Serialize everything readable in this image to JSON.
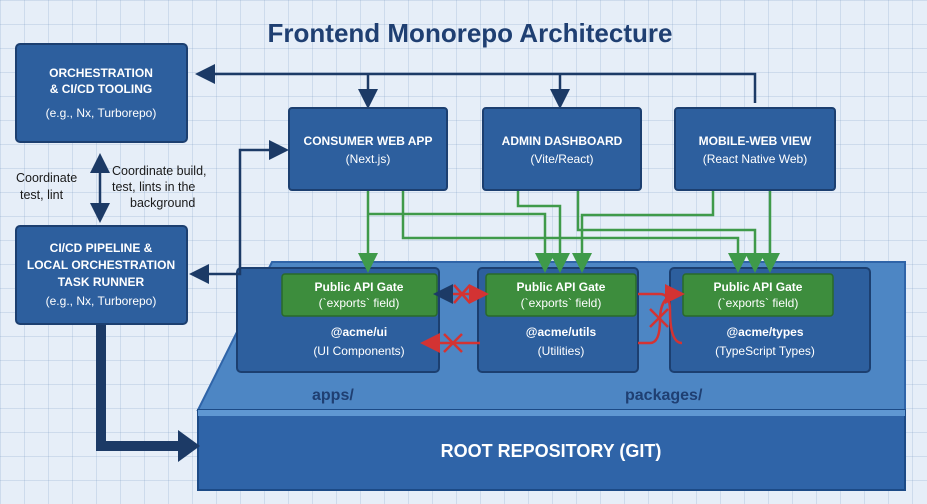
{
  "title": "Frontend Monorepo Architecture",
  "orchestration": {
    "line1": "ORCHESTRATION",
    "line2": "& CI/CD TOOLING",
    "sub": "(e.g., Nx, Turborepo)"
  },
  "pipeline": {
    "line1": "CI/CD PIPELINE &",
    "line2": "LOCAL ORCHESTRATION",
    "line3": "TASK RUNNER",
    "sub": "(e.g., Nx, Turborepo)"
  },
  "left_label": {
    "line1": "Coordinate",
    "line2": "test, lint"
  },
  "right_label": {
    "line1": "Coordinate build,",
    "line2": "test, lints in the",
    "line3": "background"
  },
  "apps": [
    {
      "name": "CONSUMER WEB APP",
      "sub": "(Next.js)"
    },
    {
      "name": "ADMIN DASHBOARD",
      "sub": "(Vite/React)"
    },
    {
      "name": "MOBILE-WEB VIEW",
      "sub": "(React Native Web)"
    }
  ],
  "gate": {
    "title": "Public API Gate",
    "sub": "(`exports` field)"
  },
  "packages": [
    {
      "name": "@acme/ui",
      "sub": "(UI Components)"
    },
    {
      "name": "@acme/utils",
      "sub": "(Utilities)"
    },
    {
      "name": "@acme/types",
      "sub": "(TypeScript Types)"
    }
  ],
  "folders": {
    "apps": "apps/",
    "packages": "packages/"
  },
  "root": "ROOT REPOSITORY (GIT)",
  "colors": {
    "box": "#2d5f9e",
    "box_border": "#1c3f70",
    "navy": "#1c3a66",
    "gate": "#3d8d3d",
    "gate_border": "#2a6a2a",
    "green_line": "#3f9a4a",
    "red": "#d33333",
    "platform": "#4d86c4",
    "platform_side": "#2f64a8"
  }
}
